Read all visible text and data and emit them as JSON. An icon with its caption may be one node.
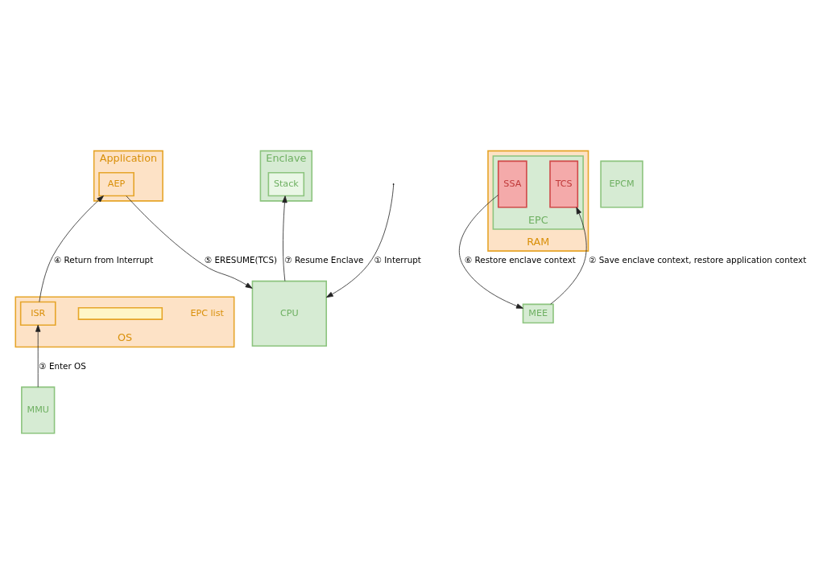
{
  "diagram": {
    "nodes": [
      {
        "text": [
          "Application"
        ]
      },
      {
        "text": [
          "AEP"
        ],
        "in": 0
      },
      {
        "text": [
          "Enclave"
        ]
      },
      {
        "text": [
          "Stack"
        ],
        "in": 2
      },
      {
        "text": [
          "OS"
        ]
      },
      {
        "text": [],
        "shape": "bar",
        "beside": [
          "EPC list"
        ],
        "in": 4
      },
      {
        "text": [
          "ISR"
        ],
        "in": 4
      },
      {
        "text": [
          "RAM"
        ]
      },
      {
        "text": [
          "EPC"
        ],
        "in": 7
      },
      {
        "text": [
          "TCS"
        ],
        "in": 8
      },
      {
        "text": [
          "SSA"
        ],
        "in": 8
      },
      {
        "text": [
          "EPCM"
        ]
      },
      {
        "text": [
          "MMU"
        ]
      },
      {
        "text": [
          "MEE"
        ]
      },
      {
        "text": [
          "CPU"
        ]
      }
    ],
    "edges": [
      {
        "from": null,
        "to": 14,
        "arrow": "to",
        "label": "① Interrupt"
      },
      {
        "from": 13,
        "to": 9,
        "arrow": "to",
        "label": "② Save enclave context, restore application context"
      },
      {
        "from": 12,
        "to": 6,
        "arrow": "to",
        "label": "③ Enter OS"
      },
      {
        "from": 6,
        "to": 1,
        "arrow": "to",
        "label": "④ Return from Interrupt"
      },
      {
        "from": 1,
        "to": 14,
        "arrow": "to",
        "label": "⑤ ERESUME(TCS)"
      },
      {
        "from": 10,
        "to": 13,
        "arrow": "to",
        "label": "⑥ Restore enclave context"
      },
      {
        "from": 14,
        "to": 3,
        "arrow": "to",
        "label": "⑦ Resume Enclave"
      }
    ]
  }
}
